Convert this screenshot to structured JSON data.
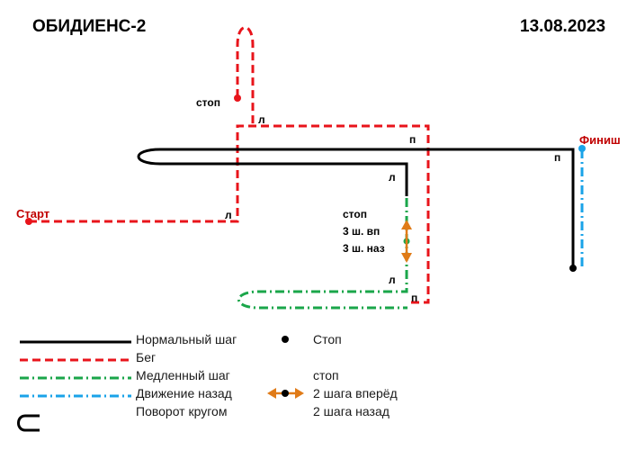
{
  "header": {
    "title": "ОБИДИЕНС-2",
    "date": "13.08.2023"
  },
  "scheme": {
    "start_label": "Старт",
    "finish_label": "Финиш",
    "stop_top": "стоп",
    "stop_mid": "стоп",
    "steps_forward": "3 ш. вп",
    "steps_back": "3 ш. наз",
    "turns": {
      "run_first_left": "л",
      "run_second_left": "л",
      "run_right": "п",
      "normal_left": "л",
      "normal_right": "п",
      "slow_left": "л",
      "slow_right": "п"
    }
  },
  "legend": {
    "normal_step": "Нормальный шаг",
    "run": "Бег",
    "slow_step": "Медленный шаг",
    "backward": "Движение назад",
    "about_turn": "Поворот кругом",
    "stop": "Стоп",
    "steps_stop": "стоп",
    "two_forward": "2 шага вперёд",
    "two_back": "2 шага назад"
  },
  "colors": {
    "normal": "#000000",
    "run": "#e8141b",
    "slow": "#1aa64a",
    "backward": "#1aa3e8",
    "arrows": "#e07b18",
    "label_red": "#c00000"
  }
}
